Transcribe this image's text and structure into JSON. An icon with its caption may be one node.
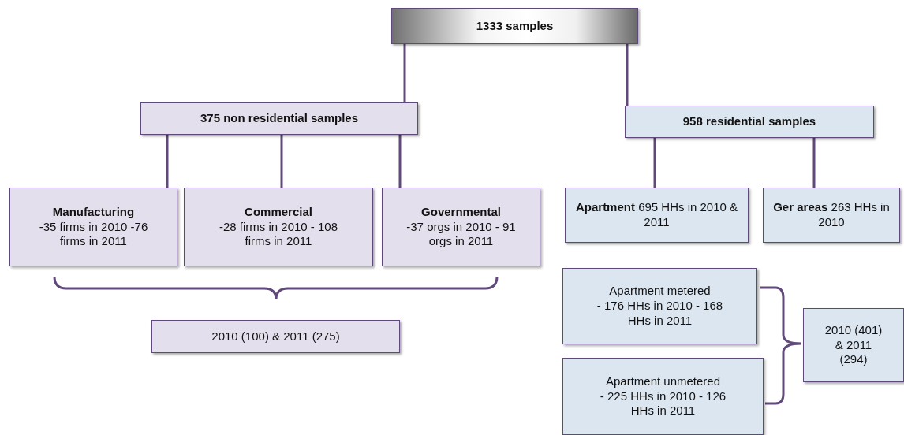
{
  "diagram": {
    "nodes": [
      {
        "text": [
          "1333 samples"
        ]
      },
      {
        "text": [
          "375 non residential samples"
        ]
      },
      {
        "text": [
          "958 residential samples"
        ]
      },
      {
        "text": [
          "Manufacturing",
          "-35 firms in 2010 -76 firms in 2011"
        ]
      },
      {
        "text": [
          "Commercial",
          "-28 firms in 2010 - 108 firms in 2011"
        ]
      },
      {
        "text": [
          "Governmental",
          "-37 orgs in 2010 - 91 orgs in 2011"
        ]
      },
      {
        "text": [
          "**Apartment** 695 HHs in 2010 & 2011"
        ]
      },
      {
        "text": [
          "**Ger areas** 263 HHs in 2010"
        ]
      },
      {
        "text": [
          "2010  (100)  &  2011 (275)"
        ]
      },
      {
        "text": [
          "Apartment metered",
          "- 176 HHs in 2010 - 168 HHs in 2011"
        ]
      },
      {
        "text": [
          "Apartment unmetered",
          "- 225 HHs in 2010 - 126 HHs in 2011"
        ]
      },
      {
        "text": [
          "2010 (401) & 2011 (294)"
        ]
      }
    ],
    "edges": [
      {
        "from": 0,
        "to": 1,
        "arrow": "none"
      },
      {
        "from": 0,
        "to": 2,
        "arrow": "none"
      },
      {
        "from": 1,
        "to": 3,
        "arrow": "none"
      },
      {
        "from": 1,
        "to": 4,
        "arrow": "none"
      },
      {
        "from": 1,
        "to": 5,
        "arrow": "none"
      },
      {
        "from": 2,
        "to": 6,
        "arrow": "none"
      },
      {
        "from": 2,
        "to": 7,
        "arrow": "none"
      }
    ]
  }
}
